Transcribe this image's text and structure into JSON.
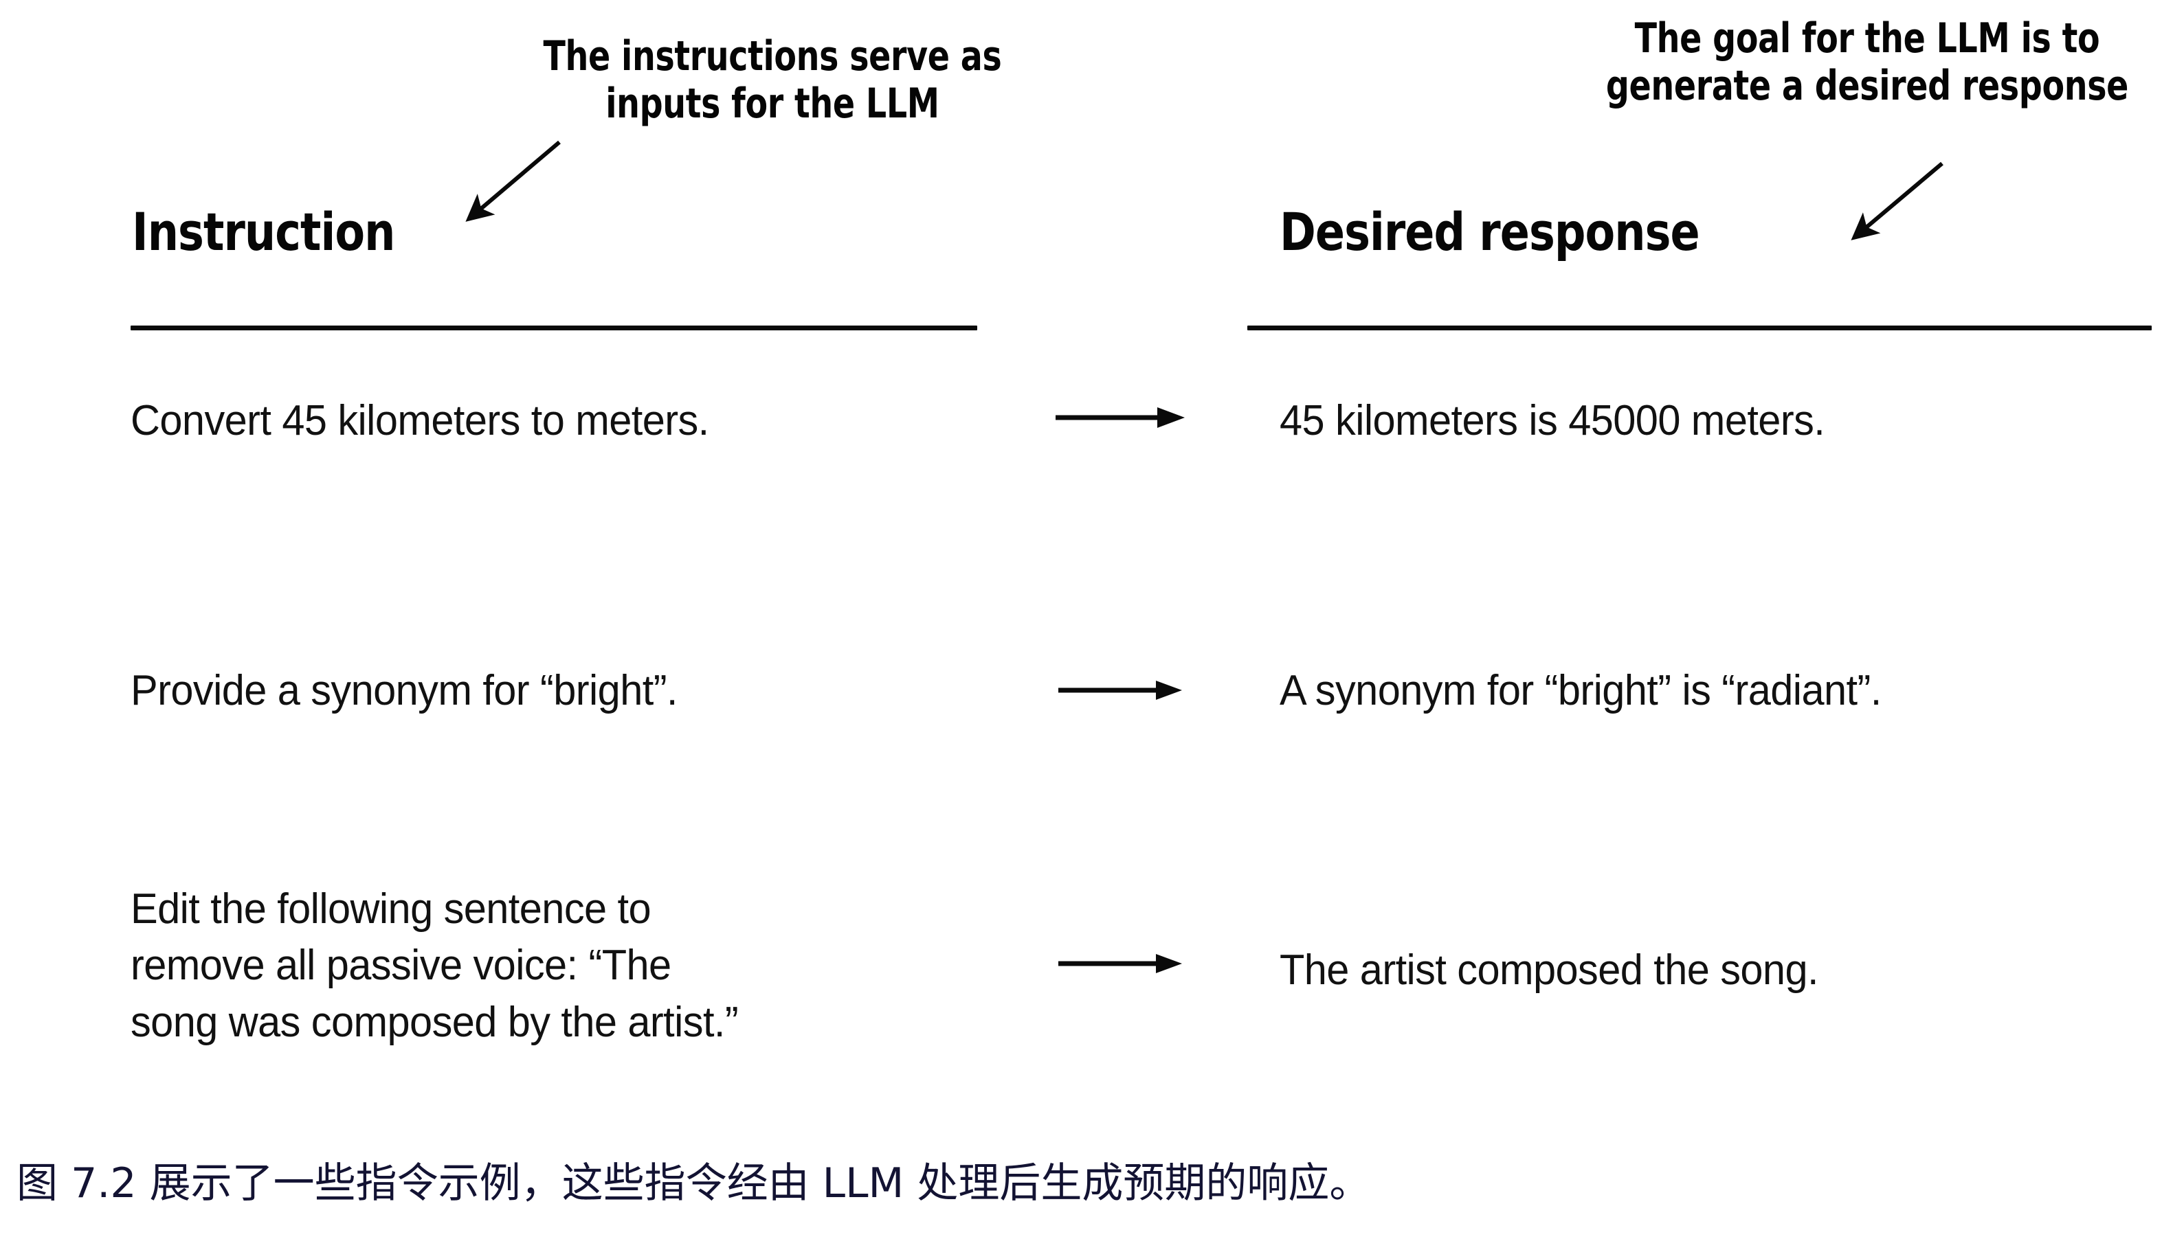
{
  "figure": {
    "annotations": {
      "left_callout": {
        "line1": "The instructions serve as",
        "line2": "inputs for the LLM",
        "arrow_name": "callout-arrow-instruction"
      },
      "right_callout": {
        "line1": "The goal for the LLM is to",
        "line2": "generate a desired response",
        "arrow_name": "callout-arrow-response"
      }
    },
    "columns": {
      "left_header": "Instruction",
      "right_header": "Desired response"
    },
    "rows": [
      {
        "instruction": "Convert 45 kilometers to meters.",
        "response": "45 kilometers is 45000 meters.",
        "arrow": "→"
      },
      {
        "instruction": "Provide a synonym for “bright”.",
        "response": "A synonym for “bright” is “radiant”.",
        "arrow": "→"
      },
      {
        "instruction": "Edit the following sentence to\nremove all passive voice: “The\nsong was composed by the artist.”",
        "response": "The artist composed the song.",
        "arrow": "→"
      }
    ],
    "caption": "图 7.2 展示了一些指令示例，这些指令经由 LLM 处理后生成预期的响应。",
    "colors": {
      "background": "#ffffff",
      "ink": "#0a0a0a",
      "body_text": "#111111",
      "caption_text": "#131333"
    }
  }
}
